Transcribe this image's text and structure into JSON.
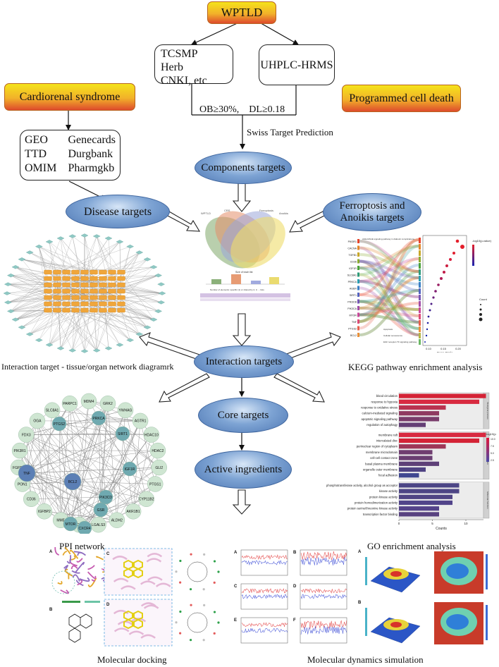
{
  "nodes": {
    "wptld": "WPTLD",
    "sources_db": [
      "TCSMP",
      "Herb",
      "CNKI, etc"
    ],
    "uhplc": "UHPLC-HRMS",
    "filter": "OB≥30%,    DL≥0.18",
    "swiss": "Swiss Target Prediction",
    "cardiorenal": "Cardiorenal syndrome",
    "pcd": "Programmed cell death",
    "db_left": [
      "GEO",
      "TTD",
      "OMIM"
    ],
    "db_right": [
      "Genecards",
      "Durgbank",
      "Pharmgkb"
    ],
    "components_targets": "Components targets",
    "disease_targets": "Disease targets",
    "ferro_line1": "Ferroptosis and",
    "ferro_line2": "Anoikis targets",
    "interaction_targets": "Interaction targets",
    "core_targets": "Core targets",
    "active_ingredients": "Active ingredients"
  },
  "captions": {
    "network": "Interaction target - tissue/organ network diagramrk",
    "kegg": "KEGG pathway enrichment analysis",
    "ppi": "PPI network",
    "go": "GO enrichment analysis",
    "docking": "Molecular docking",
    "md": "Molecular dynamics simulation"
  },
  "ppi": {
    "genes": [
      "MDM4",
      "GRK2",
      "YWHAG",
      "AGTR1",
      "HDAC10",
      "HDAC2",
      "PRKCA",
      "GLI2",
      "PTGS1",
      "PTGS2",
      "SIRT1",
      "CYP11B2",
      "AKR1B1",
      "ALDH2",
      "LGALS3",
      "TNF",
      "IGF1R",
      "CDC1",
      "MME",
      "IGFBP2",
      "CD36",
      "BCL2",
      "PIK3CD",
      "PON1",
      "FGFR1",
      "GSR",
      "PIK3R1",
      "FDX3",
      "MTOR",
      "CXCR4",
      "OGA",
      "SLC8A1",
      "PARPC1"
    ]
  },
  "go": {
    "terms": [
      "blood circulation",
      "response to hypoxia",
      "response to oxidative stress",
      "calcium-mediated signaling",
      "apoptotic signaling pathway",
      "regulation of autophagy",
      "membrane raft",
      "intercalated disc",
      "perinuclear region of cytoplasm",
      "membrane microdomain",
      "cell-cell contact zone",
      "basal plasma membrane",
      "organelle outer membrane",
      "focal adhesion",
      "phosphotransferase activity, alcohol group as acceptor",
      "kinase activity",
      "protein kinase activity",
      "protein homodimerization activity",
      "protein serine/threonine kinase activity",
      "transcription factor binding"
    ],
    "counts": [
      13,
      12,
      7,
      6,
      6,
      4,
      13,
      12,
      7,
      5,
      5,
      6,
      4,
      3,
      9,
      9,
      8,
      8,
      6,
      6
    ],
    "groups": [
      "Biological process",
      "Cellular component",
      "Molecular function"
    ],
    "xlabel": "Counts",
    "legend_title": "-log10(p-value)",
    "legend_ticks": [
      "10.0",
      "7.5",
      "5.0",
      "2.5"
    ]
  },
  "kegg": {
    "xlabel": "Gene.Ratio",
    "legend_title": "-log10(p-value)",
    "count_title": "Count",
    "xticks": [
      "0.10",
      "0.15",
      "0.20"
    ],
    "genes": [
      "PIK3R1",
      "CACNA",
      "TGFB1",
      "CD36",
      "IGF1R",
      "SLC8A1",
      "PRKCA",
      "AGER",
      "SIRT1",
      "PIK3CB",
      "PIK3CA",
      "MTOR",
      "TNF",
      "PTGS2",
      "BCL2"
    ],
    "pathways": [
      "AGE-RAGE signaling pathway in diabetic complications",
      "",
      "",
      "",
      "",
      "",
      "",
      "",
      "",
      "",
      "",
      "",
      "",
      "",
      "",
      "Apoptosis",
      "Cellular senescence",
      "EGF receptor-TF signaling pathway"
    ]
  },
  "venn": {
    "labels": [
      "WPTLD",
      "CRS",
      "Ferroptosis",
      "Anoikis"
    ],
    "bar_title": "Size of each list",
    "bar_xlabel": "Number of elements: specific (1) or shared by 2, 3, ... lists"
  },
  "docking": {
    "labels": [
      "A",
      "B",
      "C",
      "D"
    ]
  },
  "md": {
    "labels": [
      "A",
      "B",
      "C",
      "D",
      "E",
      "F"
    ],
    "fel_labels": [
      "A",
      "B"
    ]
  }
}
